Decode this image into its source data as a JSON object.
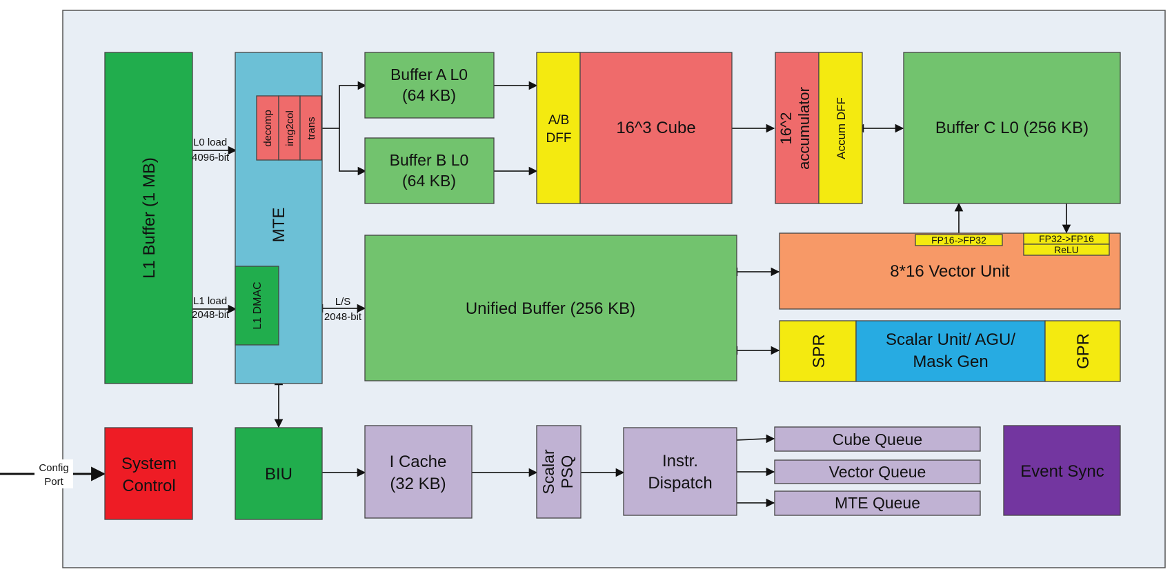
{
  "colors": {
    "background": "#e8eef5",
    "dark_green": "#21ad4d",
    "light_green": "#72c36e",
    "blue": "#6cc0d6",
    "red": "#ef6b6b",
    "yellow": "#f4ea10",
    "orange": "#f79967",
    "cyan": "#27abe2",
    "lavender": "#c0b2d3",
    "bright_red": "#ee1c25",
    "purple": "#7336a0"
  },
  "blocks": {
    "l1_buffer": "L1 Buffer (1 MB)",
    "mte": "MTE",
    "decomp": "decomp",
    "img2col": "img2col",
    "trans": "trans",
    "l1_dmac": "L1 DMAC",
    "buffer_a_line1": "Buffer A L0",
    "buffer_a_line2": "(64 KB)",
    "buffer_b_line1": "Buffer B L0",
    "buffer_b_line2": "(64 KB)",
    "ab_dff_line1": "A/B",
    "ab_dff_line2": "DFF",
    "cube": "16^3 Cube",
    "accumulator_line1": "16^2",
    "accumulator_line2": "accumulator",
    "accum_dff": "Accum DFF",
    "buffer_c": "Buffer C L0 (256 KB)",
    "fp16_fp32": "FP16->FP32",
    "fp32_fp16": "FP32->FP16",
    "relu": "ReLU",
    "vector_unit": "8*16 Vector Unit",
    "unified_buffer": "Unified Buffer (256 KB)",
    "spr": "SPR",
    "scalar_line1": "Scalar Unit/ AGU/",
    "scalar_line2": "Mask Gen",
    "gpr": "GPR",
    "system_control_line1": "System",
    "system_control_line2": "Control",
    "biu": "BIU",
    "icache_line1": "I Cache",
    "icache_line2": "(32 KB)",
    "scalar_psq_line1": "Scalar",
    "scalar_psq_line2": "PSQ",
    "dispatch_line1": "Instr.",
    "dispatch_line2": "Dispatch",
    "cube_queue": "Cube Queue",
    "vector_queue": "Vector Queue",
    "mte_queue": "MTE Queue",
    "event_sync": "Event Sync"
  },
  "labels": {
    "l0_load_line1": "L0 load",
    "l0_load_line2": "4096-bit",
    "l1_load_line1": "L1 load",
    "l1_load_line2": "2048-bit",
    "ls_line1": "L/S",
    "ls_line2": "2048-bit",
    "config_line1": "Config",
    "config_line2": "Port"
  }
}
